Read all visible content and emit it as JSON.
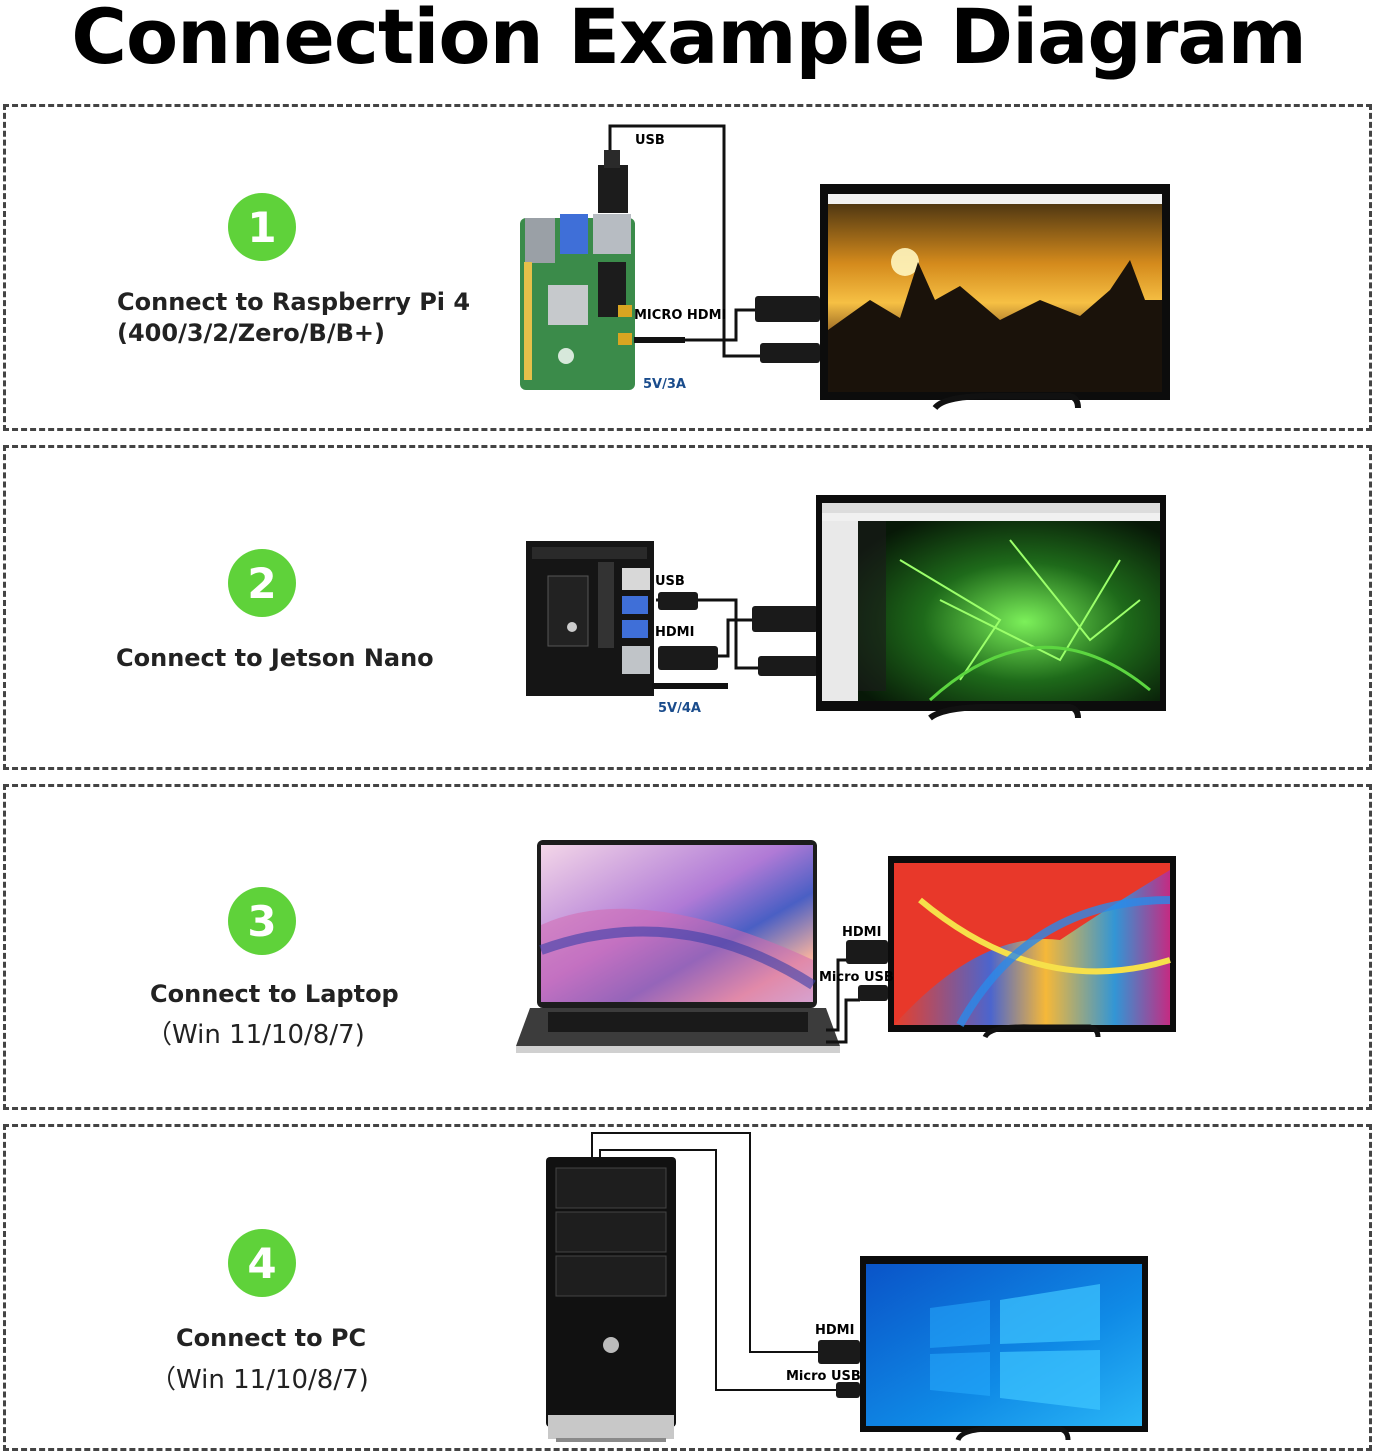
{
  "title": "Connection Example Diagram",
  "panels": [
    {
      "number": "1",
      "label_line1": "Connect to Raspberry Pi 4",
      "label_line2": "(400/3/2/Zero/B/B+)",
      "cables": {
        "usb": "USB",
        "video": "MICRO HDMI",
        "power": "5V/3A"
      }
    },
    {
      "number": "2",
      "label_line1": "Connect to Jetson Nano",
      "cables": {
        "usb": "USB",
        "video": "HDMI",
        "power": "5V/4A"
      }
    },
    {
      "number": "3",
      "label_line1": "Connect to Laptop",
      "label_line2": "（Win 11/10/8/7)",
      "cables": {
        "video": "HDMI",
        "power": "Micro USB"
      }
    },
    {
      "number": "4",
      "label_line1": "Connect to PC",
      "label_line2": "（Win 11/10/8/7)",
      "cables": {
        "video": "HDMI",
        "power": "Micro USB"
      }
    }
  ],
  "colors": {
    "badge": "#5fd23a",
    "power_label": "#1a4c8c",
    "border": "#444444"
  }
}
